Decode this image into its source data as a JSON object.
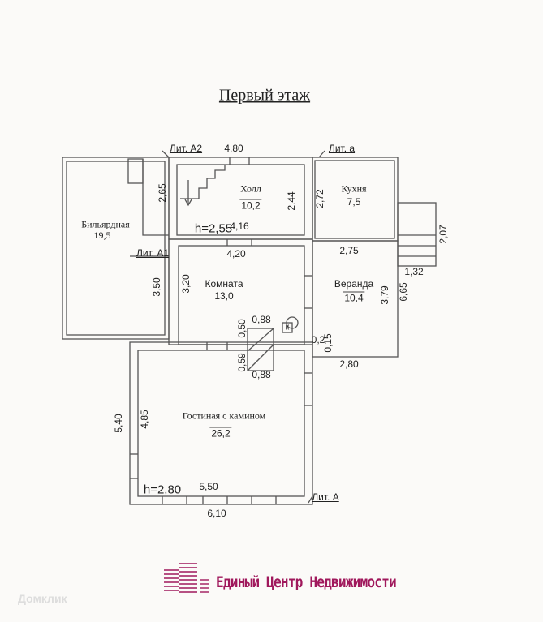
{
  "title": "Первый этаж",
  "rooms": [
    {
      "name": "Бильярдная",
      "area": "19,5"
    },
    {
      "name": "Холл",
      "area": "10,2"
    },
    {
      "name": "Кухня",
      "area": "7,5"
    },
    {
      "name": "Комната",
      "area": "13,0"
    },
    {
      "name": "Веранда",
      "area": "10,4"
    },
    {
      "name": "Гостиная с камином",
      "area": "26,2"
    }
  ],
  "liters": [
    "Лит. А2",
    "Лит. а",
    "Лит. А1",
    "Лит. А"
  ],
  "heights": [
    "h=2,55",
    "h=2,80"
  ],
  "dimensions": [
    "4,80",
    "2,65",
    "2,44",
    "2,72",
    "4,16",
    "4,20",
    "2,07",
    "1,32",
    "2,75",
    "3,50",
    "3,20",
    "3,79",
    "6,65",
    "0,88",
    "0,50",
    "0,2",
    "0,15",
    "0,59",
    "0,88",
    "2,80",
    "5,40",
    "4,85",
    "5,50",
    "6,10"
  ],
  "stove_mark": "К",
  "logo": {
    "company": "Единый Центр Недвижимости",
    "watermark": "Домклик"
  },
  "colors": {
    "brand": "#a0185c",
    "lines": "#555555"
  }
}
